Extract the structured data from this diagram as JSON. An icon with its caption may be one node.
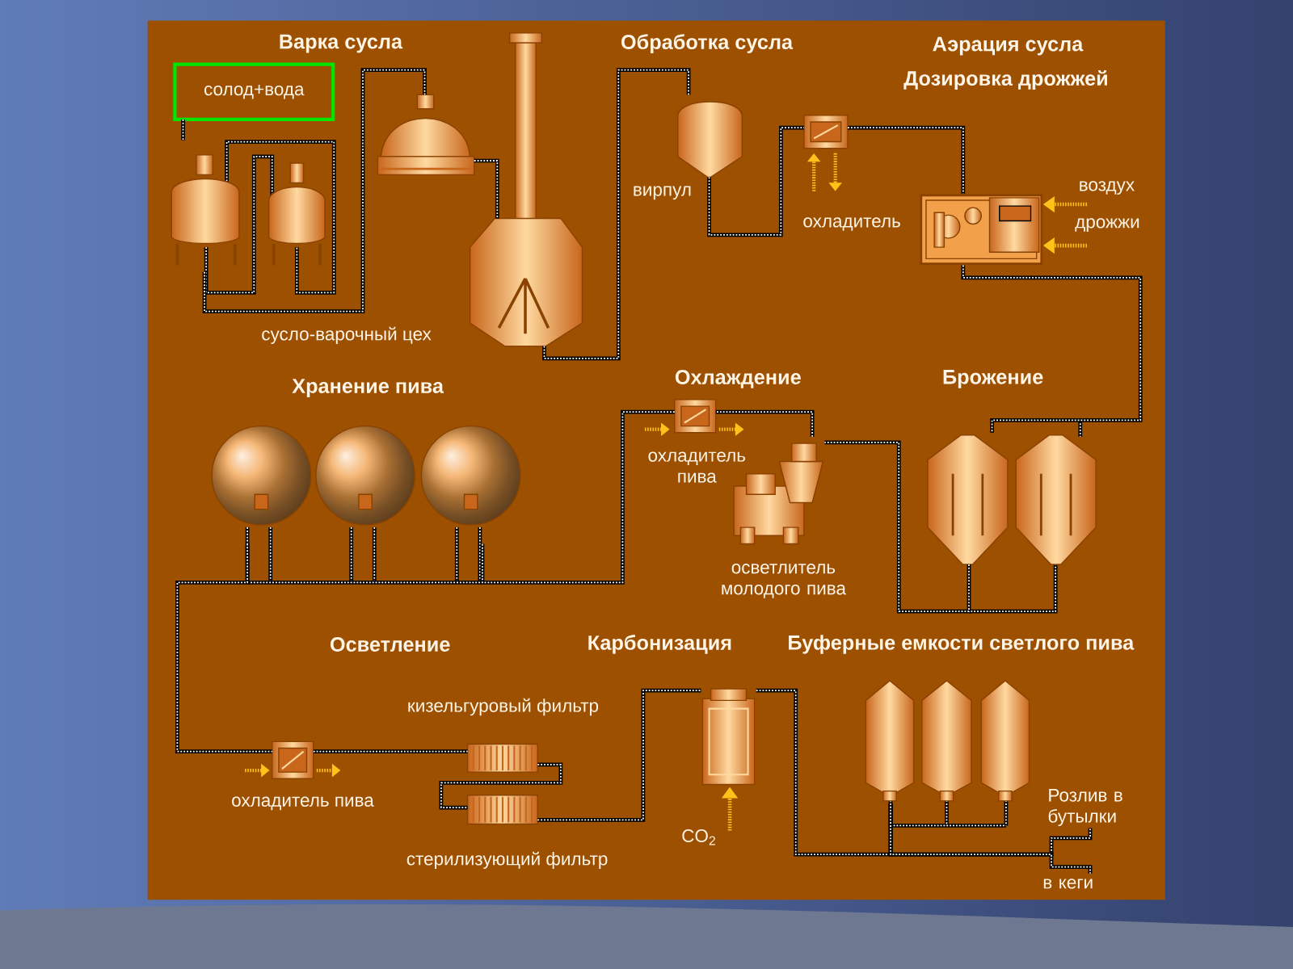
{
  "diagram": {
    "nodes": [
      {
        "text": [
          "солод+вода"
        ]
      },
      {
        "text": [
          "сусло-варочный цех"
        ]
      },
      {
        "text": [],
        "shape": "picture"
      },
      {
        "text": [],
        "shape": "picture"
      },
      {
        "text": [
          "вирпул"
        ]
      },
      {
        "text": [
          "охладитель"
        ]
      },
      {
        "text": [],
        "shape": "picture"
      },
      {
        "text": [],
        "shape": "picture"
      },
      {
        "text": [
          "осветлитель молодого пива"
        ]
      },
      {
        "text": [
          "охладитель пива"
        ]
      },
      {
        "text": [],
        "shape": "picture"
      },
      {
        "text": [
          "охладитель пива"
        ]
      },
      {
        "text": [
          "кизельгуровый фильтр"
        ]
      },
      {
        "text": [
          "стерилизующий фильтр"
        ]
      },
      {
        "text": [],
        "shape": "picture"
      },
      {
        "text": [],
        "shape": "picture"
      },
      {
        "text": [
          "Розлив в бутылки"
        ]
      },
      {
        "text": [
          "в кеги"
        ]
      }
    ],
    "edges": [
      {
        "from": 0,
        "to": 1,
        "arrow": "none"
      },
      {
        "from": 1,
        "to": 2,
        "arrow": "none"
      },
      {
        "from": 2,
        "to": 3,
        "arrow": "none"
      },
      {
        "from": 3,
        "to": 4,
        "arrow": "none"
      },
      {
        "from": 4,
        "to": 5,
        "arrow": "none"
      },
      {
        "from": 5,
        "to": 6,
        "arrow": "none"
      },
      {
        "from": null,
        "to": 6,
        "arrow": "to",
        "label": "воздух",
        "style": "dashed",
        "color": "#ffc21a"
      },
      {
        "from": null,
        "to": 6,
        "arrow": "to",
        "label": "дрожжи",
        "style": "dashed",
        "color": "#ffc21a"
      },
      {
        "from": 6,
        "to": 7,
        "arrow": "none"
      },
      {
        "from": 7,
        "to": 8,
        "arrow": "none"
      },
      {
        "from": 8,
        "to": 9,
        "arrow": "none"
      },
      {
        "from": 9,
        "to": 10,
        "arrow": "none"
      },
      {
        "from": 10,
        "to": 11,
        "arrow": "none"
      },
      {
        "from": 11,
        "to": 12,
        "arrow": "none"
      },
      {
        "from": 12,
        "to": 13,
        "arrow": "none"
      },
      {
        "from": 13,
        "to": 14,
        "arrow": "none"
      },
      {
        "from": null,
        "to": 14,
        "arrow": "to",
        "label": "CO$_{2}$",
        "style": "dashed",
        "color": "#ffc21a"
      },
      {
        "from": 14,
        "to": 15,
        "arrow": "none"
      },
      {
        "from": 15,
        "to": 16,
        "arrow": "none"
      },
      {
        "from": 15,
        "to": 17,
        "arrow": "none"
      }
    ],
    "labels": [
      "Варка сусла",
      "Обработка сусла",
      "Аэрация сусла",
      "Дозировка дрожжей",
      "Хранение пива",
      "Охлаждение",
      "Брожение",
      "Осветление",
      "Карбонизация",
      "Буферные емкости светлого пива"
    ]
  }
}
